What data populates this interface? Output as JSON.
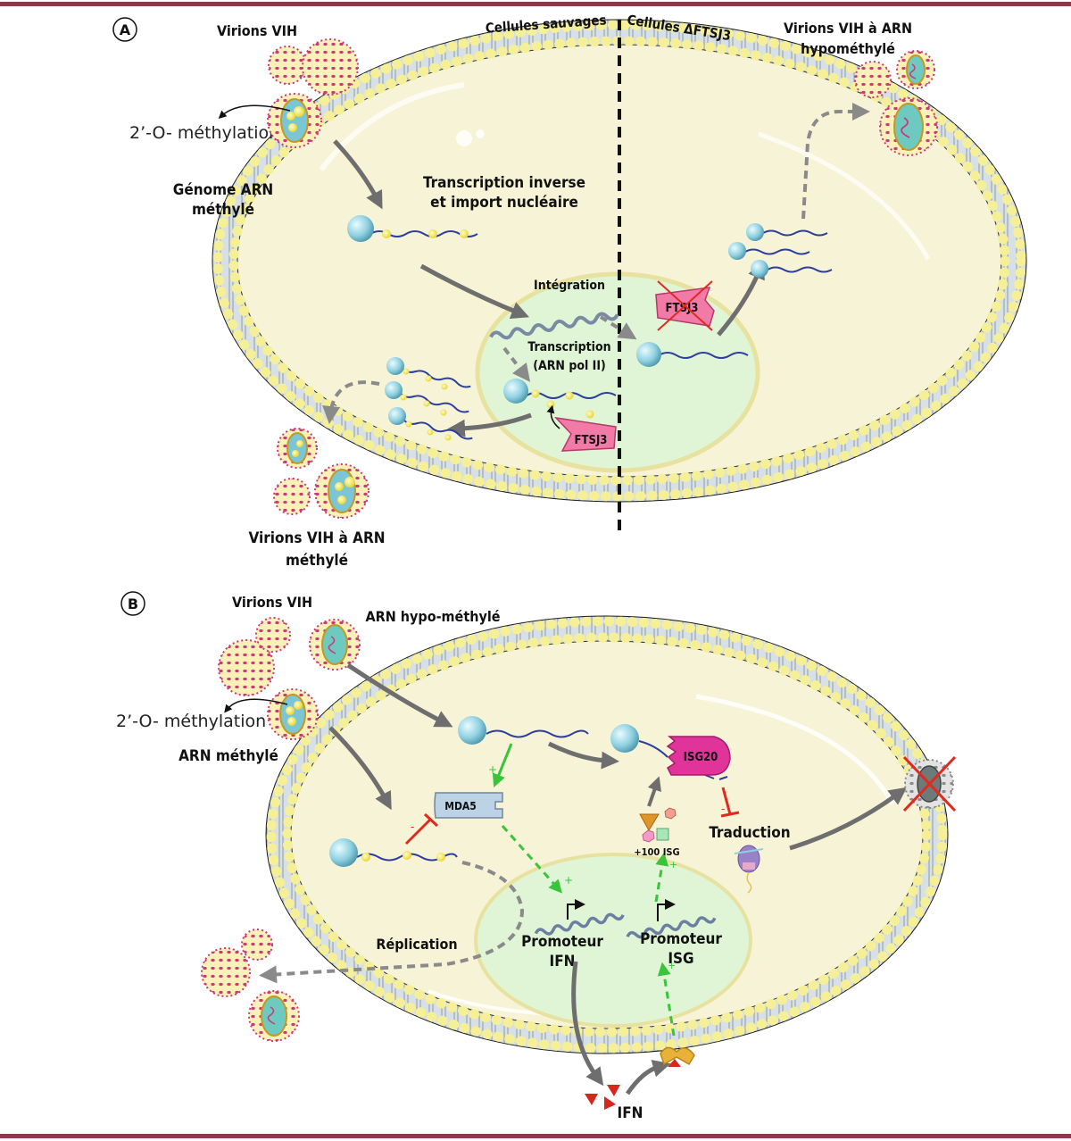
{
  "colors": {
    "frame_bar": "#8b3a4c",
    "cytoplasm": "#f7f3d6",
    "nucleus": "#dff5d6",
    "nucleus_rim": "#e8e2a0",
    "membrane_head": "#f5ef98",
    "membrane_tail": "#cfdbe2",
    "rna_cap": "#8fd0e0",
    "rna_strand": "#2d3f9a",
    "methyl": "#f6ea5a",
    "ftsj3": "#f27aa6",
    "isg20": "#e0349a",
    "mda5": "#bcd3e6",
    "activation": "#39c43b",
    "inhibition": "#e02a20",
    "flow_arrow": "#7c7c7c",
    "virion_spike": "#c93b78",
    "virion_body": "#f8f0b0",
    "ifn": "#d7261c"
  },
  "panel_a": {
    "letter": "A",
    "virions_label": "Virions VIH",
    "methylation_label": "2’-O- méthylation",
    "genome_label_line1": "Génome ARN",
    "genome_label_line2": "méthylé",
    "wild_cells_label": "Cellules sauvages",
    "ko_cells_label": "Cellules ΔFTSJ3",
    "hypo_virions_line1": "Virions VIH à ARN",
    "hypo_virions_line2": "hypométhylé",
    "rt_label_line1": "Transcription inverse",
    "rt_label_line2": "et import nucléaire",
    "integration_label": "Intégration",
    "transcription_line1": "Transcription",
    "transcription_line2": "(ARN pol II)",
    "ftsj3_label": "FTSJ3",
    "ftsj3_ko_label": "FTSJ3",
    "methylated_virions_line1": "Virions VIH à ARN",
    "methylated_virions_line2": "méthylé"
  },
  "panel_b": {
    "letter": "B",
    "virions_label": "Virions VIH",
    "hypo_rna_label": "ARN hypo-méthylé",
    "methylation_label": "2’-O- méthylation",
    "methylated_rna_label": "ARN méthylé",
    "mda5_label": "MDA5",
    "isg20_label": "ISG20",
    "isg_count_label": "+100 ISG",
    "translation_label": "Traduction",
    "replication_label": "Réplication",
    "ifn_promoter_line1": "Promoteur",
    "ifn_promoter_line2": "IFN",
    "isg_promoter_line1": "Promoteur",
    "isg_promoter_line2": "ISG",
    "ifn_label": "IFN",
    "plus_sign": "+",
    "minus_sign": "-"
  }
}
